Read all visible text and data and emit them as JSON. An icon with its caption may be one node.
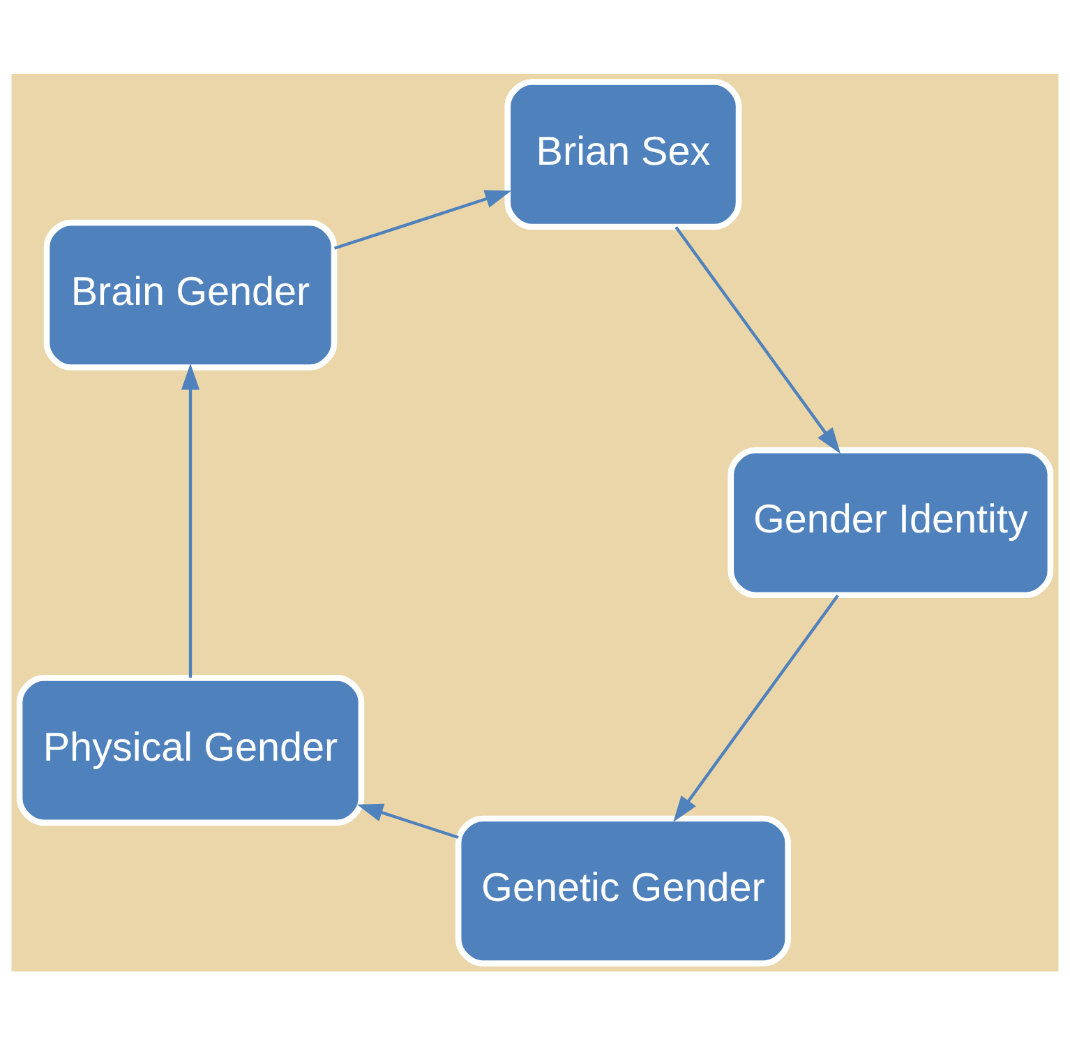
{
  "diagram": {
    "nodes": [
      {
        "text": [
          "Genetic Gender"
        ]
      },
      {
        "text": [
          "Physical Gender"
        ]
      },
      {
        "text": [
          "Brain Gender"
        ]
      },
      {
        "text": [
          "Brian Sex"
        ]
      },
      {
        "text": [
          "Gender Identity"
        ]
      }
    ],
    "edges": [
      {
        "from": 0,
        "to": 1,
        "arrow": "to"
      },
      {
        "from": 1,
        "to": 2,
        "arrow": "to"
      },
      {
        "from": 2,
        "to": 3,
        "arrow": "to"
      },
      {
        "from": 3,
        "to": 4,
        "arrow": "to"
      },
      {
        "from": 4,
        "to": 0,
        "arrow": "to"
      }
    ]
  }
}
